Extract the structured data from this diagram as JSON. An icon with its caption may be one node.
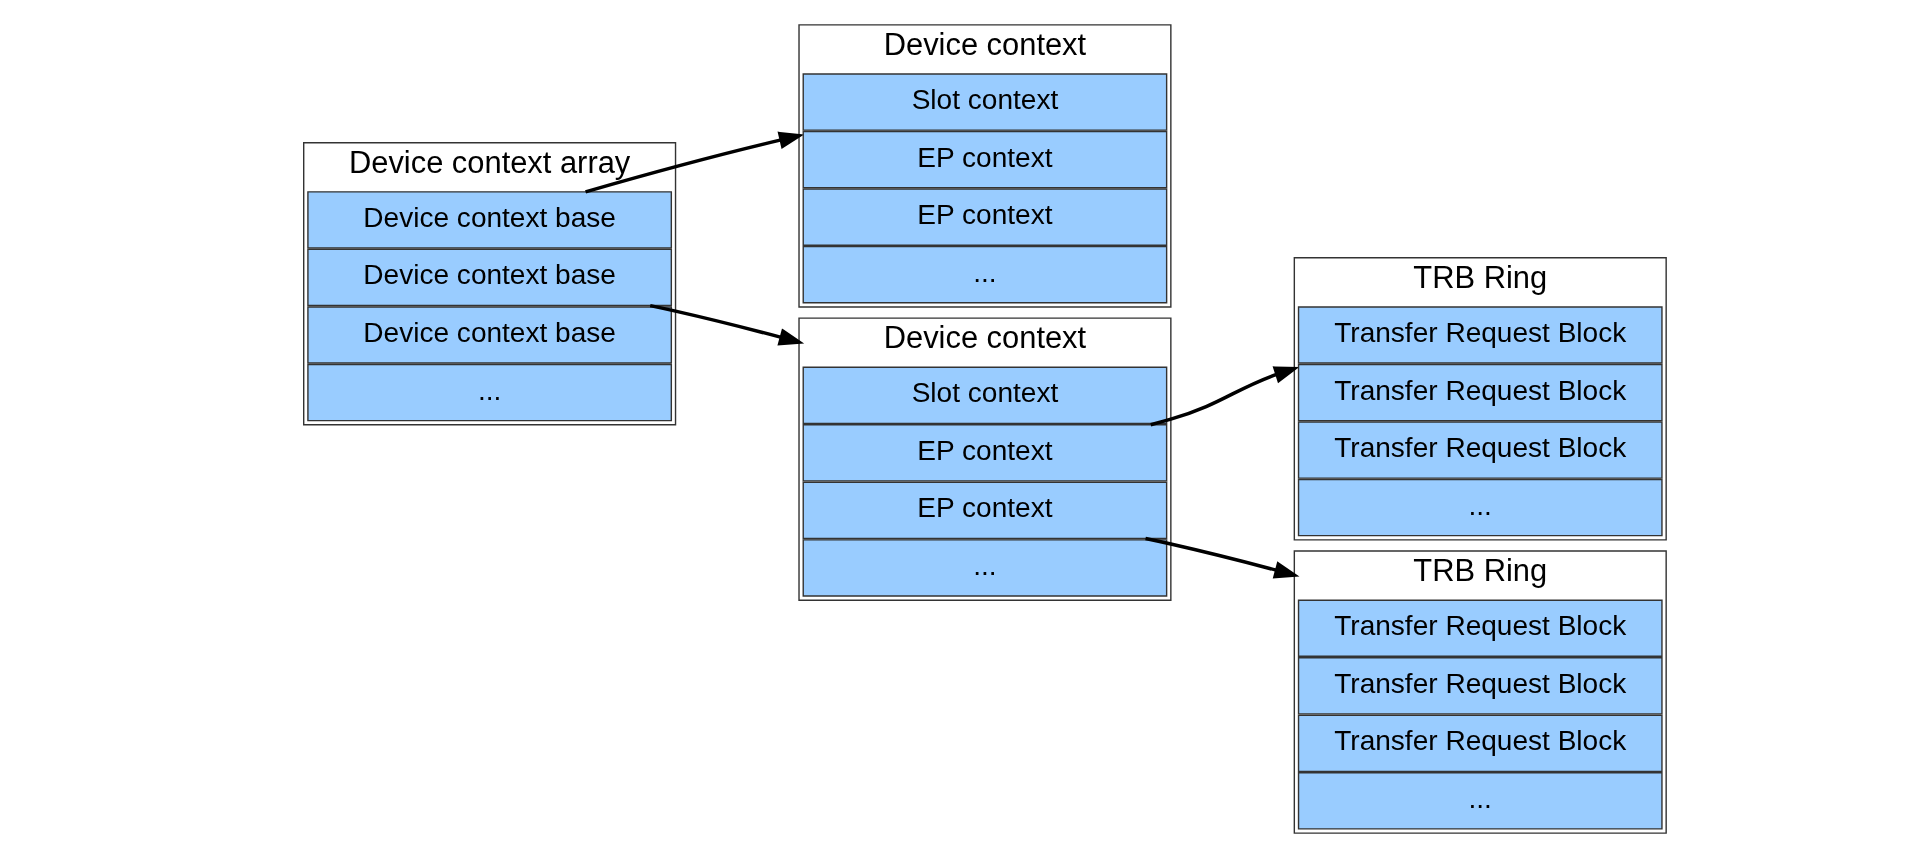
{
  "diagram": {
    "nodes": [
      {
        "text": [
          "Device context array"
        ]
      },
      {
        "text": [
          "Device context base"
        ],
        "in": 0
      },
      {
        "text": [
          "Device context base"
        ],
        "in": 0
      },
      {
        "text": [
          "Device context base"
        ],
        "in": 0
      },
      {
        "text": [
          "..."
        ],
        "in": 0
      },
      {
        "text": [
          "Device context"
        ]
      },
      {
        "text": [
          "Slot context"
        ],
        "in": 5
      },
      {
        "text": [
          "EP context"
        ],
        "in": 5
      },
      {
        "text": [
          "EP context"
        ],
        "in": 5
      },
      {
        "text": [
          "..."
        ],
        "in": 5
      },
      {
        "text": [
          "TRB Ring"
        ]
      },
      {
        "text": [
          "Transfer Request Block"
        ],
        "in": 10
      },
      {
        "text": [
          "Transfer Request Block"
        ],
        "in": 10
      },
      {
        "text": [
          "Transfer Request Block"
        ],
        "in": 10
      },
      {
        "text": [
          "..."
        ],
        "in": 10
      },
      {
        "text": [
          "Device context"
        ]
      },
      {
        "text": [
          "Slot context"
        ],
        "in": 15
      },
      {
        "text": [
          "EP context"
        ],
        "in": 15
      },
      {
        "text": [
          "EP context"
        ],
        "in": 15
      },
      {
        "text": [
          "..."
        ],
        "in": 15
      },
      {
        "text": [
          "TRB Ring"
        ]
      },
      {
        "text": [
          "Transfer Request Block"
        ],
        "in": 20
      },
      {
        "text": [
          "Transfer Request Block"
        ],
        "in": 20
      },
      {
        "text": [
          "Transfer Request Block"
        ],
        "in": 20
      },
      {
        "text": [
          "..."
        ],
        "in": 20
      }
    ],
    "edges": [
      {
        "from": 1,
        "to": 5,
        "arrow": "to"
      },
      {
        "from": 2,
        "to": 15,
        "arrow": "to"
      },
      {
        "from": 7,
        "to": 10,
        "arrow": "to"
      },
      {
        "from": 8,
        "to": 20,
        "arrow": "to"
      }
    ]
  }
}
